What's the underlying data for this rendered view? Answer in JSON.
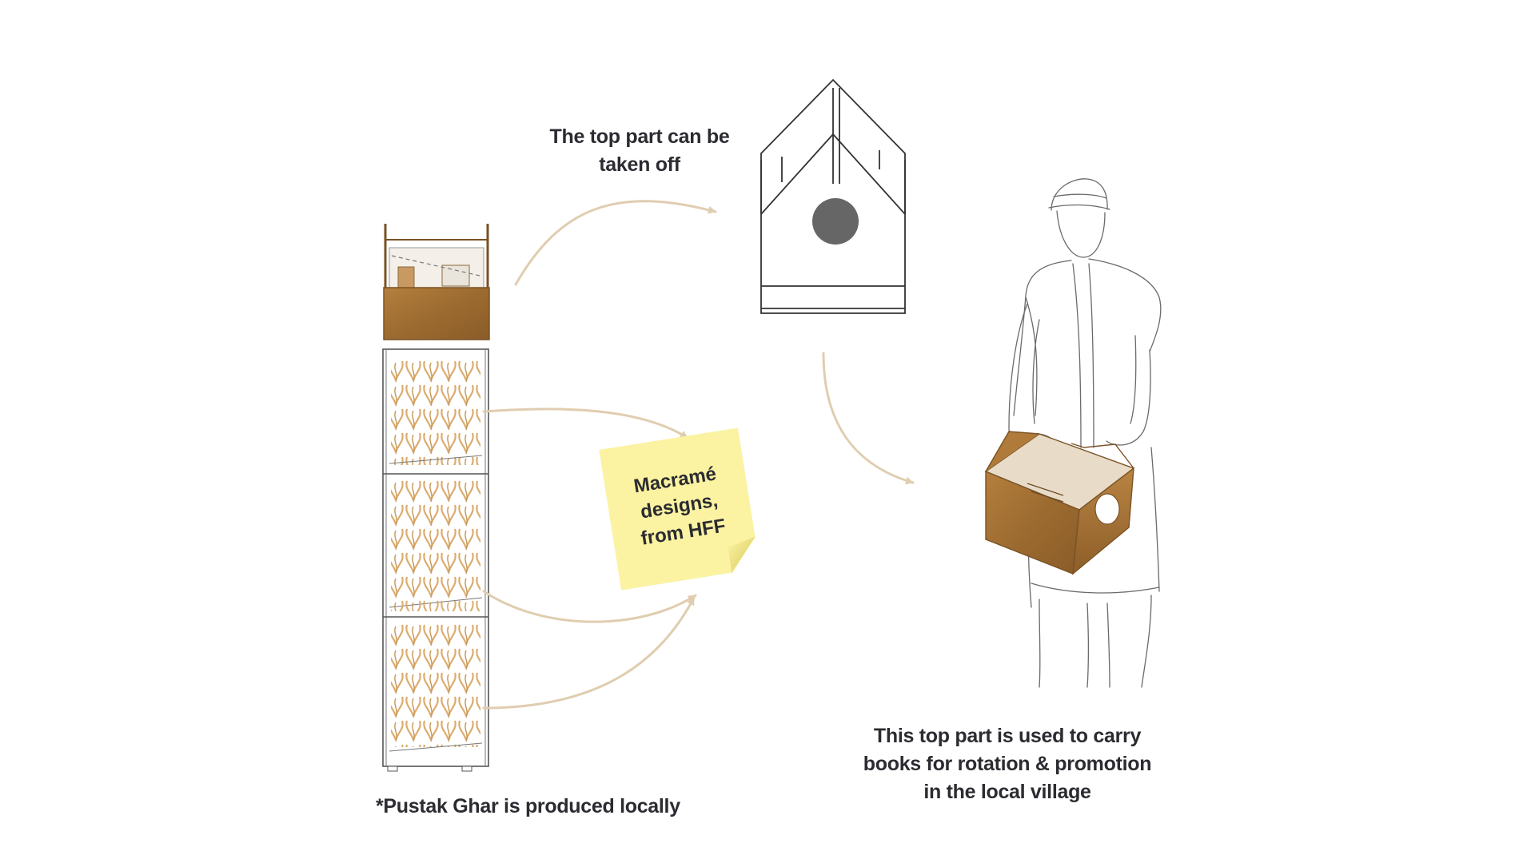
{
  "labels": {
    "top_part": [
      "The top part can be",
      "taken off"
    ],
    "carry": [
      "This top part is used to carry",
      "books for rotation & promotion",
      "in the local village"
    ],
    "local": "*Pustak Ghar is produced locally",
    "sticky_note": [
      "Macramé",
      "designs,",
      "from HFF"
    ]
  },
  "colors": {
    "wood": "#a87436",
    "wood_dark": "#7a5225",
    "arrow": "#e0cdb0",
    "sticky": "#fbf3a2",
    "text": "#2b2b31",
    "sketch": "#666666",
    "hole": "#666666"
  }
}
